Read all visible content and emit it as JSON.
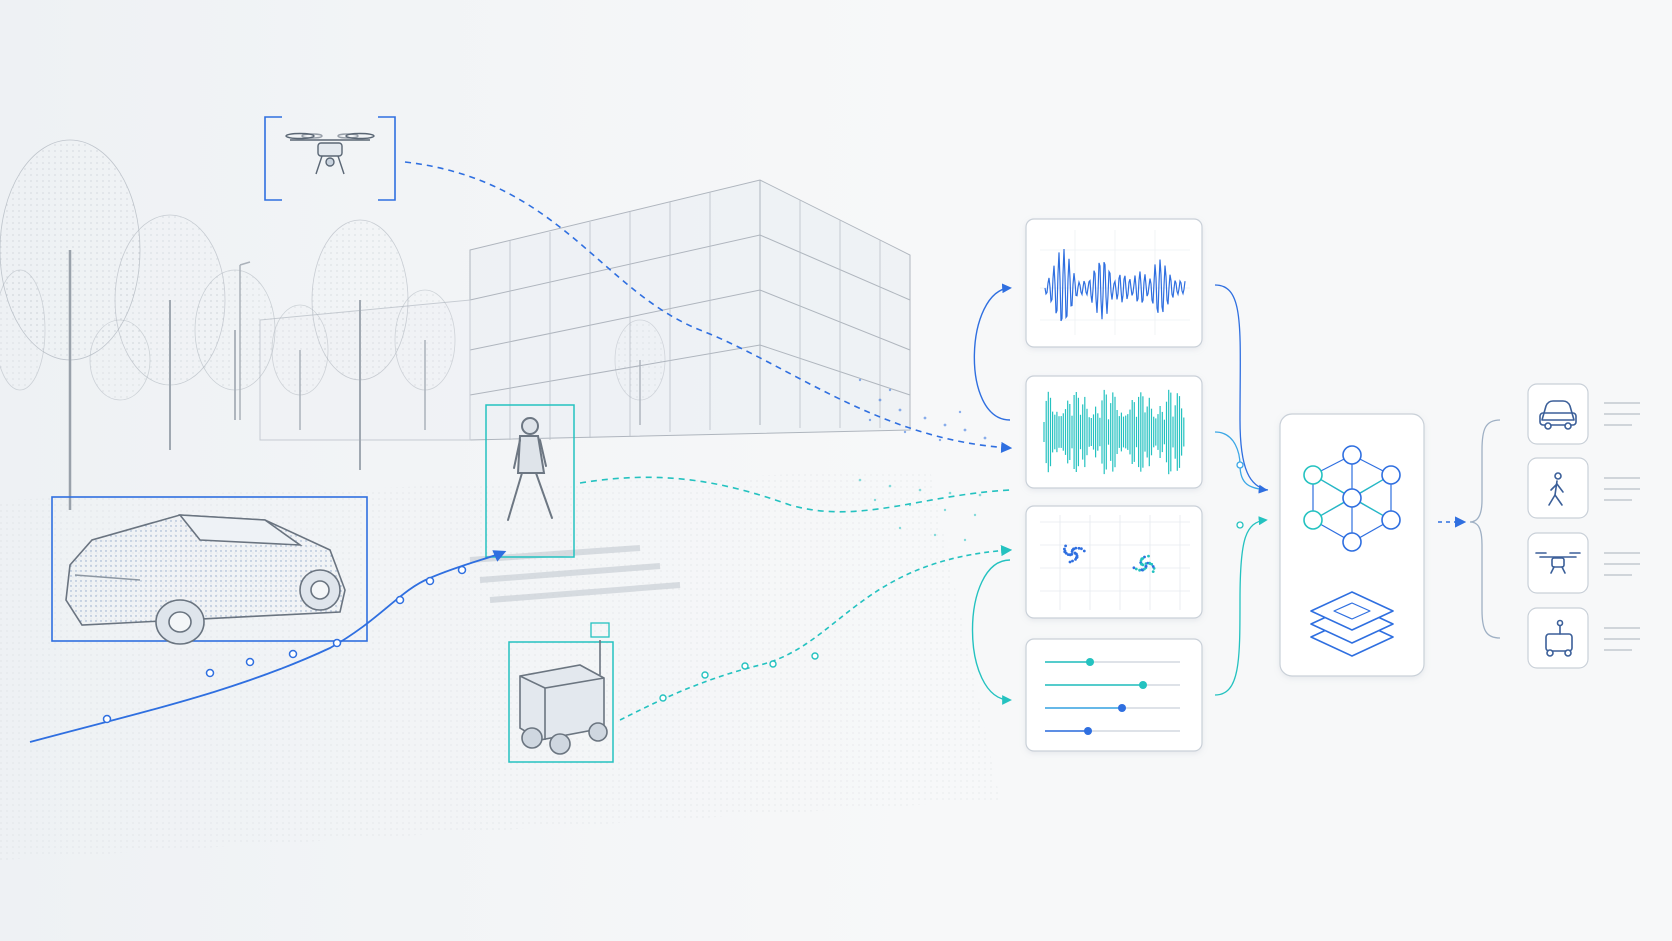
{
  "palette": {
    "background": "#f7f8f9",
    "sketch": "#9aa3ad",
    "blue": "#2f6fe0",
    "teal": "#24c2c0",
    "cyan": "#3ba7e6",
    "panel_border": "#c9d0d8",
    "panel_fill": "#ffffff",
    "output_lines": "#c3c9d0"
  },
  "scene": {
    "trees": 9,
    "building": "sketched-office-building"
  },
  "sensors": [
    {
      "name": "drone",
      "icon": "drone-icon",
      "color": "blue"
    },
    {
      "name": "pedestrian",
      "icon": "pedestrian-icon",
      "color": "teal"
    },
    {
      "name": "car",
      "icon": "car-icon",
      "color": "blue"
    },
    {
      "name": "delivery-robot",
      "icon": "robot-icon",
      "color": "teal"
    }
  ],
  "signal_panels": [
    {
      "kind": "waveform",
      "icon": "audio-waveform-icon",
      "color": "blue"
    },
    {
      "kind": "spectrum",
      "icon": "signal-spectrum-icon",
      "color": "teal"
    },
    {
      "kind": "scatter",
      "icon": "point-cluster-icon",
      "color": "cyan"
    },
    {
      "kind": "sliders",
      "icon": "parameter-sliders-icon",
      "color": "teal"
    }
  ],
  "fusion_model": {
    "icons": [
      "neural-network-icon",
      "layers-stack-icon"
    ]
  },
  "outputs": [
    {
      "icon": "car-icon"
    },
    {
      "icon": "pedestrian-icon"
    },
    {
      "icon": "drone-icon"
    },
    {
      "icon": "robot-icon"
    }
  ]
}
